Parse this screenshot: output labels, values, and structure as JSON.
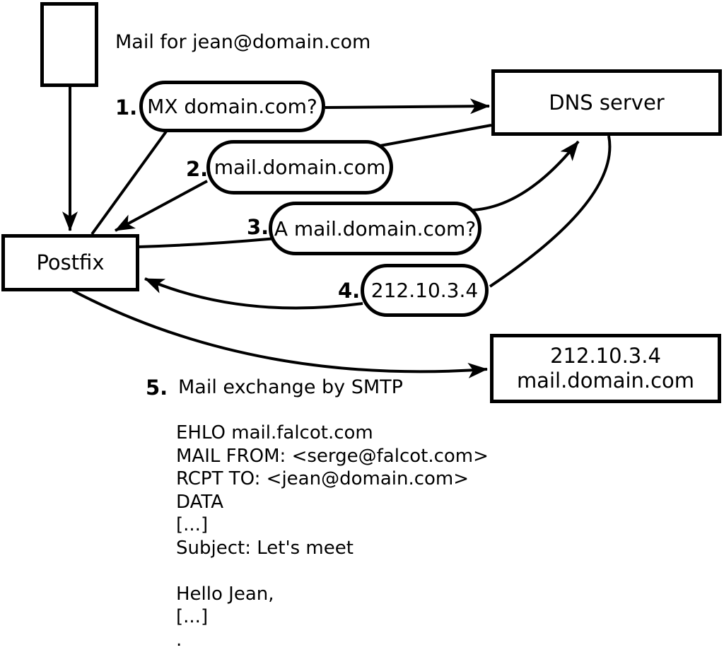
{
  "diagram": {
    "title": "Mail for jean@domain.com",
    "nodes": {
      "postfix": {
        "label": "Postfix"
      },
      "dns_server": {
        "label": "DNS server"
      },
      "mail_server": {
        "line1": "212.10.3.4",
        "line2": "mail.domain.com"
      }
    },
    "steps": [
      {
        "number": "1.",
        "label": "MX domain.com?"
      },
      {
        "number": "2.",
        "label": "mail.domain.com"
      },
      {
        "number": "3.",
        "label": "A mail.domain.com?"
      },
      {
        "number": "4.",
        "label": "212.10.3.4"
      },
      {
        "number": "5.",
        "label": "Mail exchange by SMTP"
      }
    ],
    "smtp_session": [
      "EHLO mail.falcot.com",
      "MAIL FROM: <serge@falcot.com>",
      "RCPT TO: <jean@domain.com>",
      "DATA",
      "[...]",
      "Subject: Let's meet",
      "",
      "Hello Jean,",
      "[...]",
      "."
    ]
  },
  "colors": {
    "stroke": "#000000",
    "background": "#ffffff"
  }
}
